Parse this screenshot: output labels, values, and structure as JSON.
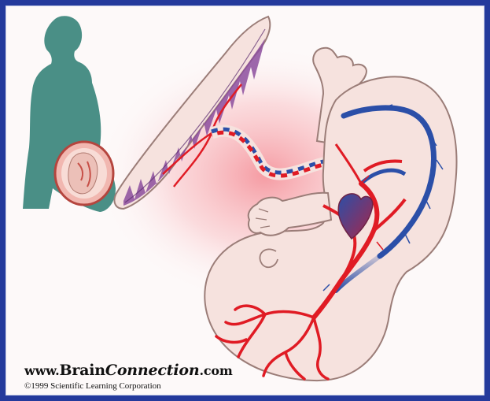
{
  "colors": {
    "frame": "#243a9c",
    "silhouette": "#4a8f86",
    "skin": "#f6e2de",
    "outline": "#9b7d78",
    "artery": "#e01b24",
    "vein": "#2b4fa8",
    "placenta_villi": "#7a3d8c",
    "glow": "#f7a3a8"
  },
  "icons": [
    "pregnant-woman-silhouette-icon",
    "placenta-icon",
    "umbilical-cord-icon",
    "fetus-icon",
    "heart-icon"
  ],
  "credit": {
    "prefix": "www.",
    "brain": "Brain",
    "connection": "Connection",
    "suffix": ".com",
    "copyright": "©1999 Scientific Learning Corporation"
  }
}
